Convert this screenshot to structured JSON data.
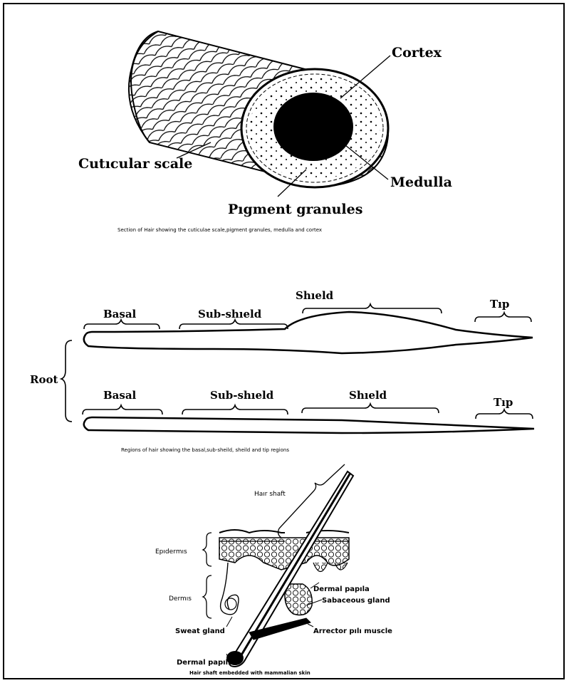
{
  "panel1": {
    "labels": {
      "cortex": "Cortex",
      "cuticular_scale": "Cutıcular scale",
      "medulla": "Medulla",
      "pigment_granules": "Pıgment granules"
    },
    "caption": "Section of Hair showing the cuticulae scale,pigment granules, medulla and cortex"
  },
  "panel2": {
    "upper": {
      "basal": "Basal",
      "sub_shield": "Sub-shıeld",
      "shield": "Shıeld",
      "tip": "Tıp"
    },
    "lower": {
      "basal": "Basal",
      "sub_shield": "Sub-shıeld",
      "shield": "Shıeld",
      "tip": "Tıp"
    },
    "root": "Root",
    "caption": "Regions of hair showing the basal,sub-sheild, sheild and tip regions"
  },
  "panel3": {
    "labels": {
      "hair_shaft": "Haır shaft",
      "epidermis": "Epıdermıs",
      "dermis": "Dermıs",
      "dermal_papilla_upper": "Dermal papıla",
      "sabaceous_gland": "Sabaceous gland",
      "sweat_gland": "Sweat gland",
      "arrector_pili": "Arrector pılı muscle",
      "dermal_papilla_lower": "Dermal papılla"
    },
    "caption": "Hair shaft embedded with mammalian skin"
  },
  "colors": {
    "ink": "#000000",
    "background": "#ffffff"
  }
}
